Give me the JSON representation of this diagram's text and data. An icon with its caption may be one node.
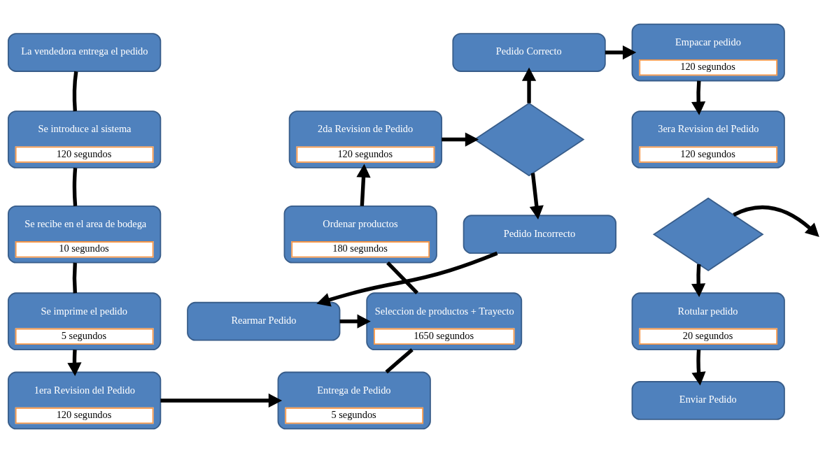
{
  "diagram": {
    "nodes": [
      {
        "text": [
          "La vendedora entrega el pedido"
        ]
      },
      {
        "text": [
          "Se introduce al sistema",
          "120 segundos"
        ]
      },
      {
        "text": [
          "Se recibe en el area de bodega",
          "10 segundos"
        ]
      },
      {
        "text": [
          "Se imprime el pedido",
          "5 segundos"
        ]
      },
      {
        "text": [
          "1era Revision del Pedido",
          "120 segundos"
        ]
      },
      {
        "text": [
          "Entrega de Pedido",
          "5 segundos"
        ]
      },
      {
        "text": [
          "Seleccion de productos + Trayecto",
          "1650 segundos"
        ]
      },
      {
        "text": [
          "Ordenar productos",
          "180 segundos"
        ]
      },
      {
        "text": [
          "2da Revision de Pedido",
          "120 segundos"
        ]
      },
      {
        "text": [],
        "shape": "diamond"
      },
      {
        "text": [
          "Pedido Correcto"
        ]
      },
      {
        "text": [
          "Pedido Incorrecto"
        ]
      },
      {
        "text": [
          "Rearmar Pedido"
        ]
      },
      {
        "text": [
          "Empacar pedido",
          "120 segundos"
        ]
      },
      {
        "text": [
          "3era Revision del Pedido",
          "120 segundos"
        ]
      },
      {
        "text": [],
        "shape": "diamond"
      },
      {
        "text": [
          "Rotular pedido",
          "20 segundos"
        ]
      },
      {
        "text": [
          "Enviar Pedido"
        ]
      }
    ],
    "edges": [
      {
        "from": 0,
        "to": 1,
        "arrow": "none"
      },
      {
        "from": 1,
        "to": 2,
        "arrow": "none"
      },
      {
        "from": 2,
        "to": 3,
        "arrow": "none"
      },
      {
        "from": 3,
        "to": 4,
        "arrow": "to"
      },
      {
        "from": 4,
        "to": 5,
        "arrow": "to"
      },
      {
        "from": 5,
        "to": 6,
        "arrow": "none"
      },
      {
        "from": 6,
        "to": 7,
        "arrow": "none"
      },
      {
        "from": 7,
        "to": 8,
        "arrow": "to"
      },
      {
        "from": 8,
        "to": 9,
        "arrow": "to"
      },
      {
        "from": 9,
        "to": 10,
        "arrow": "to"
      },
      {
        "from": 9,
        "to": 11,
        "arrow": "to"
      },
      {
        "from": 11,
        "to": 12,
        "arrow": "to"
      },
      {
        "from": 12,
        "to": 6,
        "arrow": "to"
      },
      {
        "from": 10,
        "to": 13,
        "arrow": "to"
      },
      {
        "from": 13,
        "to": 14,
        "arrow": "to"
      },
      {
        "from": 15,
        "to": null,
        "arrow": "to"
      },
      {
        "from": 15,
        "to": 16,
        "arrow": "to"
      },
      {
        "from": 16,
        "to": 17,
        "arrow": "to"
      }
    ]
  }
}
